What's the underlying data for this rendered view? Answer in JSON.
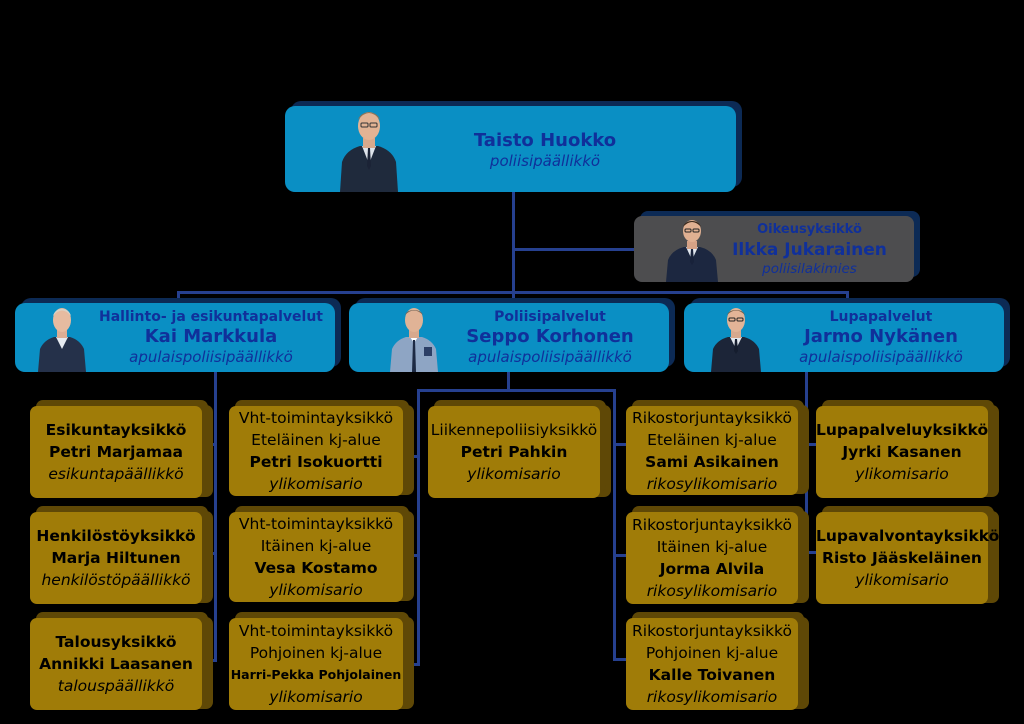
{
  "chief": {
    "name": "Taisto Huokko",
    "title": "poliisipäällikkö"
  },
  "legal": {
    "unit": "Oikeusyksikkö",
    "name": "Ilkka Jukarainen",
    "title": "poliisilakimies"
  },
  "divisions": [
    {
      "unit": "Hallinto- ja esikuntapalvelut",
      "name": "Kai Markkula",
      "title": "apulaispoliisipäällikkö"
    },
    {
      "unit": "Poliisipalvelut",
      "name": "Seppo Korhonen",
      "title": "apulaispoliisipäällikkö"
    },
    {
      "unit": "Lupapalvelut",
      "name": "Jarmo Nykänen",
      "title": "apulaispoliisipäällikkö"
    }
  ],
  "units": [
    {
      "l1": "Esikuntayksikkö",
      "l2": "Petri Marjamaa",
      "l3": "esikuntapäällikkö"
    },
    {
      "l1": "Henkilöstöyksikkö",
      "l2": "Marja Hiltunen",
      "l3": "henkilöstöpäällikkö"
    },
    {
      "l1": "Talousyksikkö",
      "l2": "Annikki Laasanen",
      "l3": "talouspäällikkö"
    },
    {
      "l1": "Vht-toimintayksikkö",
      "l2": "Eteläinen kj-alue",
      "l3": "Petri Isokuortti",
      "l4": "ylikomisario"
    },
    {
      "l1": "Vht-toimintayksikkö",
      "l2": "Itäinen kj-alue",
      "l3": "Vesa Kostamo",
      "l4": "ylikomisario"
    },
    {
      "l1": "Vht-toimintayksikkö",
      "l2": "Pohjoinen kj-alue",
      "l3": "Harri-Pekka Pohjolainen",
      "l4": "ylikomisario"
    },
    {
      "l1": "Liikennepoliisiyksikkö",
      "l2": "Petri Pahkin",
      "l3": "ylikomisario"
    },
    {
      "l1": "Rikostorjuntayksikkö",
      "l2": "Eteläinen kj-alue",
      "l3": "Sami Asikainen",
      "l4": "rikosylikomisario"
    },
    {
      "l1": "Rikostorjuntayksikkö",
      "l2": "Itäinen kj-alue",
      "l3": "Jorma Alvila",
      "l4": "rikosylikomisario"
    },
    {
      "l1": "Rikostorjuntayksikkö",
      "l2": "Pohjoinen kj-alue",
      "l3": "Kalle Toivanen",
      "l4": "rikosylikomisario"
    },
    {
      "l1": "Lupapalveluyksikkö",
      "l2": "Jyrki Kasanen",
      "l3": "ylikomisario"
    },
    {
      "l1": "Lupavalvontayksikkö",
      "l2": "Risto Jääskeläinen",
      "l3": "ylikomisario"
    }
  ]
}
